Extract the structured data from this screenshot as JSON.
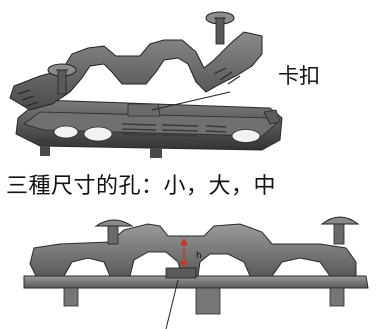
{
  "labels": {
    "clip": "卡扣",
    "hole_sizes_caption": "三種尺寸的孔：小，大，中",
    "height_marker": "h"
  },
  "colors": {
    "part_dark": "#3b3b3b",
    "part_mid": "#6e6e6e",
    "part_light": "#a8a8a8",
    "dimension_arrow": "#c0392b"
  }
}
